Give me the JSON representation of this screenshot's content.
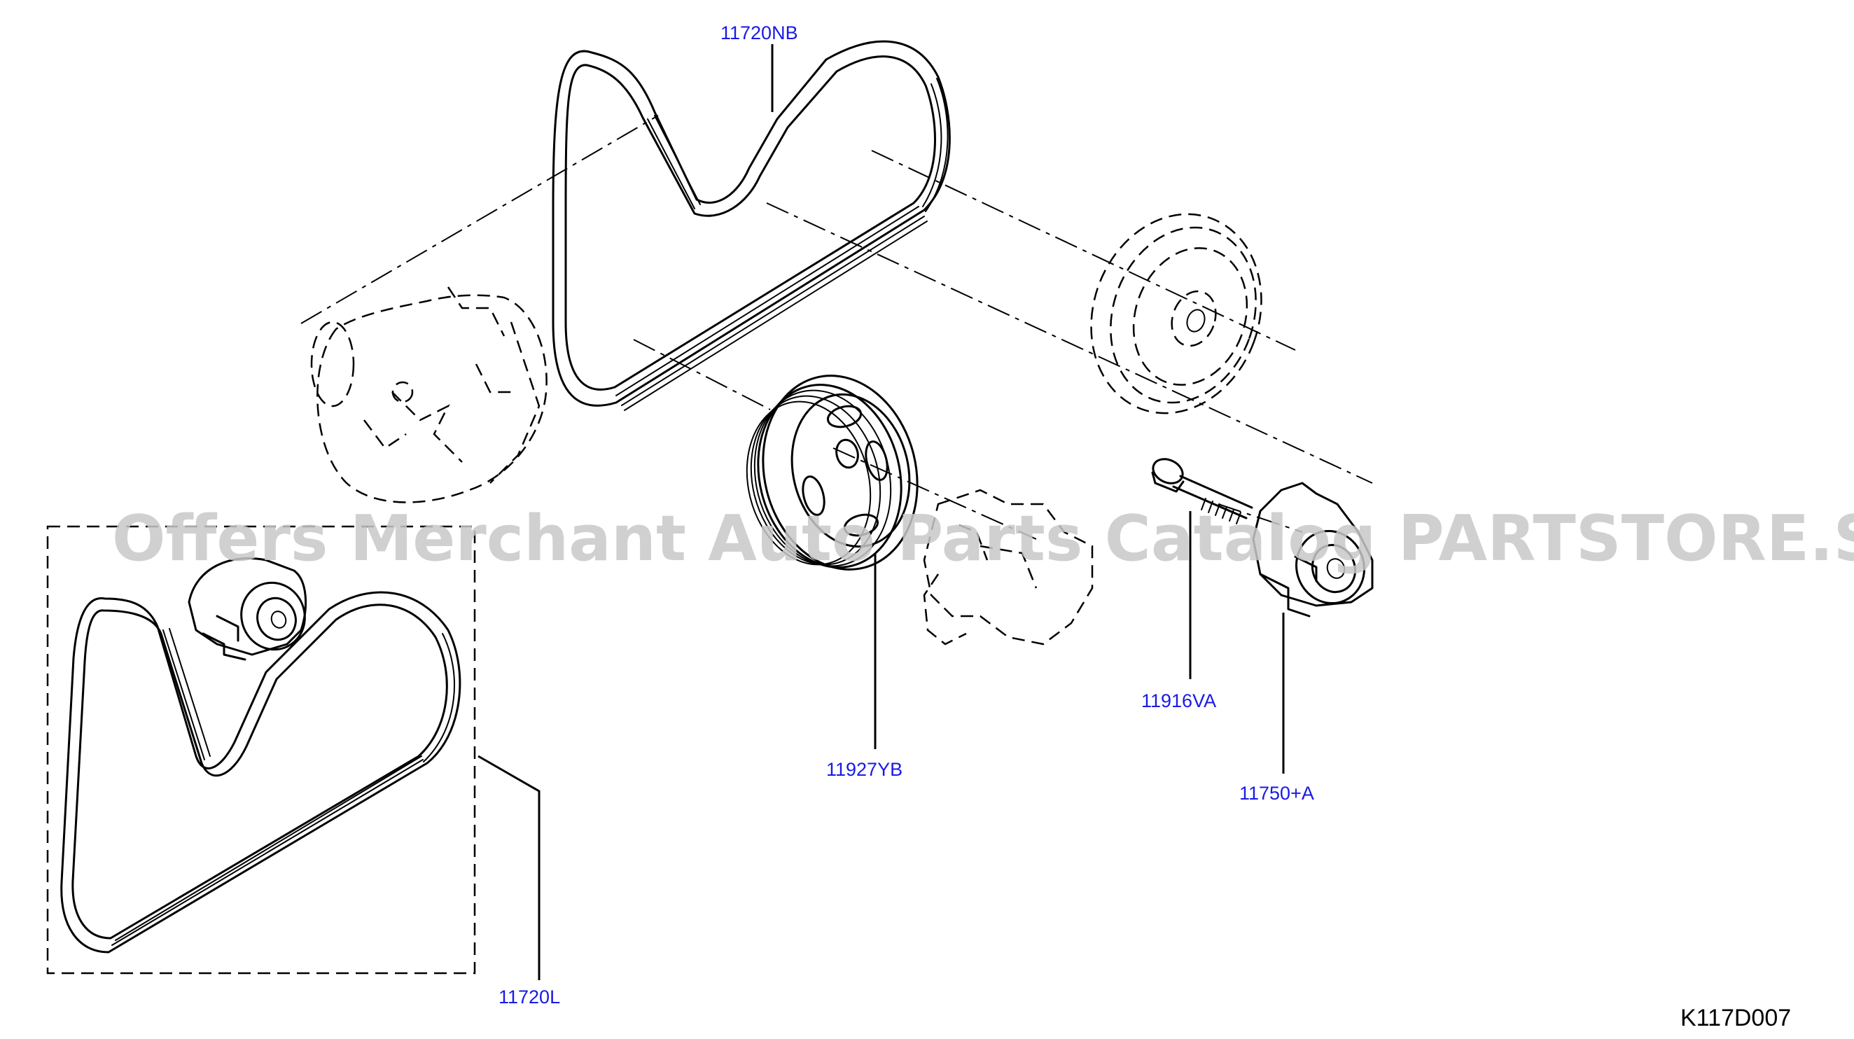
{
  "diagram": {
    "part_labels": {
      "belt_upper": "11720NB",
      "belt_lower": "11720L",
      "pulley": "11927YB",
      "bolt": "11916VA",
      "tensioner": "11750+A"
    },
    "diagram_code": "K117D007",
    "watermark": "Offers Merchant Auto Parts Catalog PARTSTORE.SA"
  }
}
